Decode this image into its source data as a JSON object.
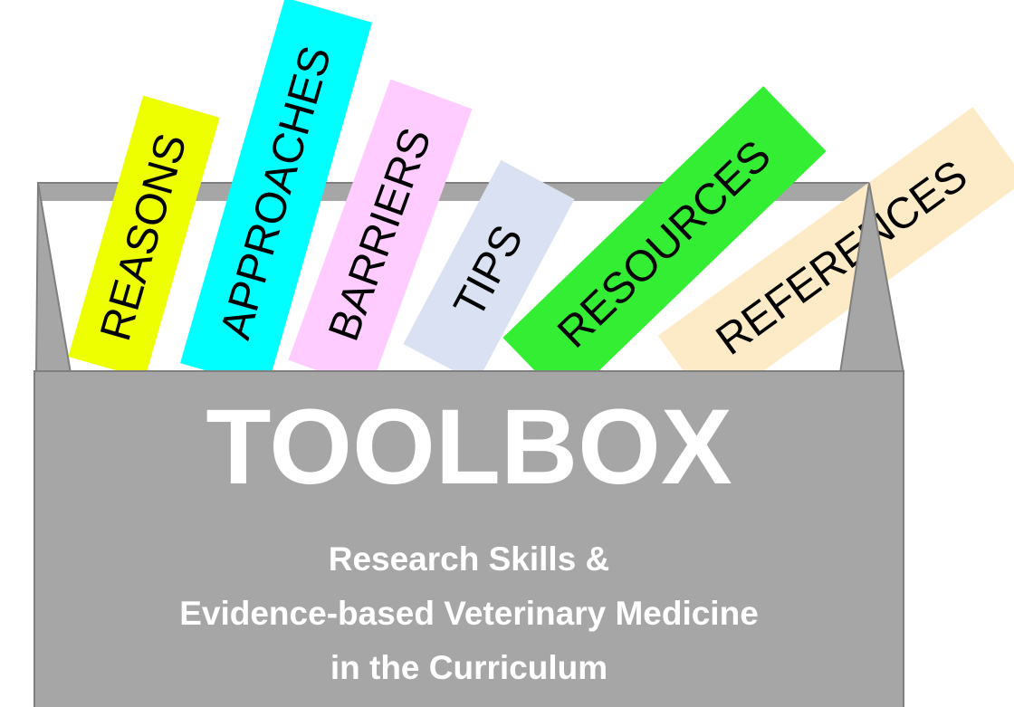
{
  "toolbox": {
    "title": "TOOLBOX",
    "subtitle_lines": [
      "Research Skills &",
      "Evidence-based Veterinary Medicine",
      "in the Curriculum"
    ],
    "box_color": "#a6a6a6",
    "box_interior_color": "#ffffff",
    "box_outline_color": "#7f7f7f",
    "title_color": "#ffffff"
  },
  "cards": [
    {
      "label": "REASONS",
      "color": "#eeff00"
    },
    {
      "label": "APPROACHES",
      "color": "#00ffff"
    },
    {
      "label": "BARRIERS",
      "color": "#ffccff"
    },
    {
      "label": "TIPS",
      "color": "#d9e1f2"
    },
    {
      "label": "RESOURCES",
      "color": "#33ee33"
    },
    {
      "label": "REFERENCES",
      "color": "#fdebc8"
    }
  ]
}
